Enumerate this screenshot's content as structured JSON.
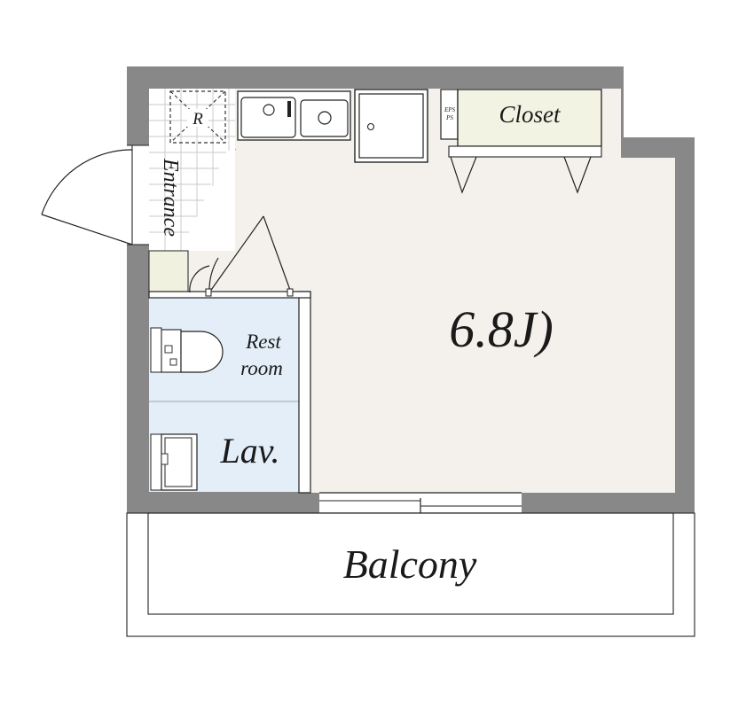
{
  "floorplan": {
    "rooms": {
      "main": {
        "label": "6.8J)"
      },
      "closet": {
        "label": "Closet"
      },
      "restroom": {
        "label_line1": "Rest",
        "label_line2": "room"
      },
      "lavatory": {
        "label": "Lav."
      },
      "balcony": {
        "label": "Balcony"
      },
      "entrance": {
        "label": "Entrance"
      }
    },
    "fixtures": {
      "refrigerator_mark": "R",
      "shaft_line1": "EPS",
      "shaft_line2": "PS"
    },
    "colors": {
      "wall": "#888888",
      "main_floor": "#f4f1ec",
      "wet_area": "#e3eef8",
      "closet_floor": "#f3f3e3",
      "entrance_floor": "#f1f1df",
      "line": "#222222"
    }
  }
}
